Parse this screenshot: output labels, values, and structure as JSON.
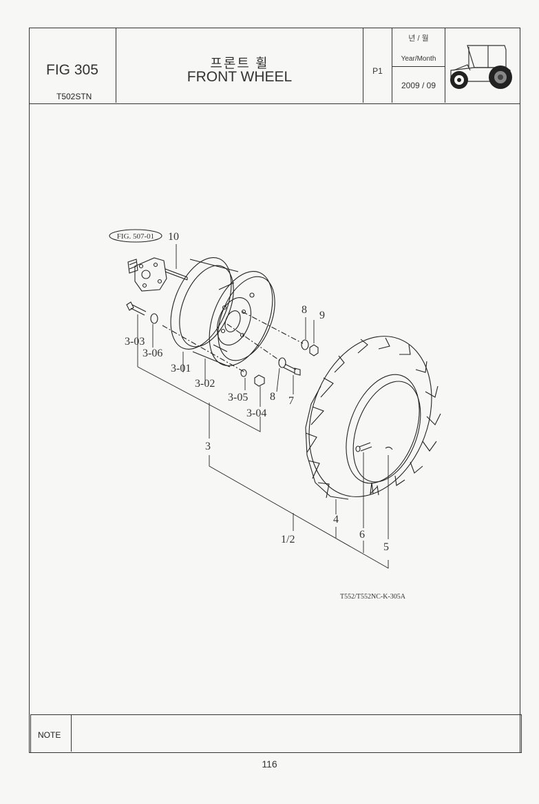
{
  "header": {
    "fig_number": "FIG 305",
    "model": "T502STN",
    "title_ko": "프론트 휠",
    "title_en": "FRONT WHEEL",
    "page": "P1",
    "date_label_ko": "년 / 월",
    "date_label_en": "Year/Month",
    "date_value": "2009 / 09"
  },
  "diagram": {
    "fig_ref": "FIG. 507-01",
    "drawing_code": "T552/T552NC-K-305A",
    "labels": {
      "p10": "10",
      "p8a": "8",
      "p9": "9",
      "p3_03": "3-03",
      "p3_06": "3-06",
      "p3_01": "3-01",
      "p3_02": "3-02",
      "p3_05": "3-05",
      "p8b": "8",
      "p7": "7",
      "p3_04": "3-04",
      "p3": "3",
      "p4": "4",
      "p6": "6",
      "p1_2": "1/2",
      "p5": "5"
    }
  },
  "footer": {
    "note_label": "NOTE",
    "page_number": "116"
  },
  "icons": {
    "tractor": "tractor-icon"
  }
}
